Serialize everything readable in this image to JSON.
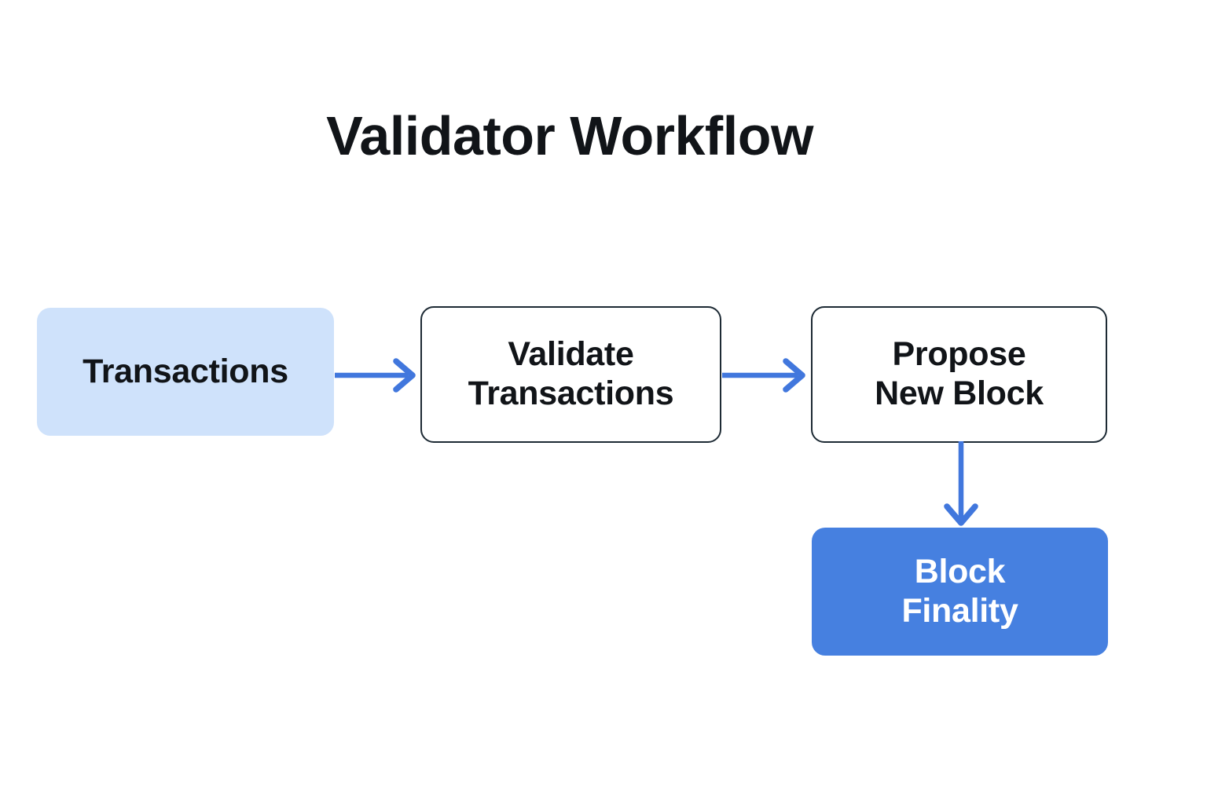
{
  "diagram": {
    "title": "Validator Workflow",
    "background_color": "#ffffff",
    "accent_color": "#4177dd",
    "nodes": [
      {
        "id": "transactions",
        "label": "Transactions",
        "shape": "rounded-rectangle",
        "fill": "#cfe2fb",
        "border": "none",
        "text_color": "#111418"
      },
      {
        "id": "validate-transactions",
        "label": "Validate\nTransactions",
        "shape": "rounded-rectangle",
        "fill": "#ffffff",
        "border": "#1d2a34",
        "text_color": "#111418"
      },
      {
        "id": "propose-new-block",
        "label": "Propose\nNew Block",
        "shape": "rounded-rectangle",
        "fill": "#ffffff",
        "border": "#1d2a34",
        "text_color": "#111418"
      },
      {
        "id": "block-finality",
        "label": "Block\nFinality",
        "shape": "rounded-rectangle",
        "fill": "#4680e0",
        "border": "none",
        "text_color": "#ffffff"
      }
    ],
    "edges": [
      {
        "id": "edge-1",
        "from": "transactions",
        "to": "validate-transactions",
        "direction": "right",
        "color": "#4177dd",
        "label": ""
      },
      {
        "id": "edge-2",
        "from": "validate-transactions",
        "to": "propose-new-block",
        "direction": "right",
        "color": "#4177dd",
        "label": ""
      },
      {
        "id": "edge-3",
        "from": "propose-new-block",
        "to": "block-finality",
        "direction": "down",
        "color": "#4177dd",
        "label": ""
      }
    ]
  }
}
